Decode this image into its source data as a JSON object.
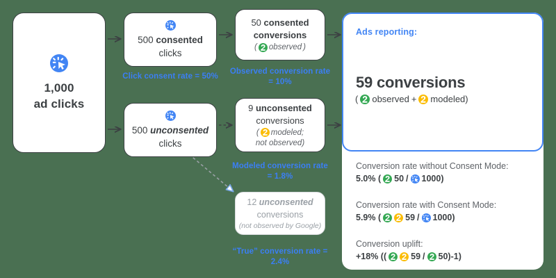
{
  "background_color": "#4a7052",
  "accent_blue": "#4285f4",
  "label_blue": "#3b7ff5",
  "green": "#34a853",
  "amber": "#fbbc04",
  "flow": {
    "total_box": {
      "icon": "ad-click-icon",
      "line1": "1,000",
      "line2": "ad clicks"
    },
    "consented_clicks_box": {
      "icon": "ad-click-icon",
      "number": "500",
      "emphasis": "consented",
      "line2": "clicks"
    },
    "unconsented_clicks_box": {
      "icon": "ad-click-icon",
      "number": "500",
      "emphasis": "unconsented",
      "line2": "clicks"
    },
    "consented_conversions_box": {
      "number": "50",
      "emphasis": "consented",
      "line2": "conversions",
      "note_open": "(",
      "note_icon": "observed-green-icon",
      "note_text": "observed",
      "note_close": ")"
    },
    "unconsented_conversions_box": {
      "number": "9",
      "emphasis": "unconsented",
      "line2": "conversions",
      "note_open": "(",
      "note_icon": "modeled-amber-icon",
      "note_text": "modeled;",
      "note_line2": "not observed)"
    },
    "true_conversions_box": {
      "number": "12",
      "emphasis": "unconsented",
      "line2": "conversions",
      "note": "(not observed by Google)"
    }
  },
  "labels": {
    "click_consent": "Click consent rate = 50%",
    "observed_conversion": "Observed conversion rate = 10%",
    "modeled_conversion": "Modeled conversion rate = 1.8%",
    "true_conversion": "“True” conversion rate = 2.4%"
  },
  "ads_reporting": {
    "title": "Ads reporting:",
    "headline": "59 conversions",
    "sub_open": "(",
    "sub_observed_icon": "observed-green-icon",
    "sub_observed": "observed",
    "sub_plus": "+",
    "sub_modeled_icon": "modeled-amber-icon",
    "sub_modeled": "modeled",
    "sub_close": ")"
  },
  "stats": [
    {
      "title": "Conversion rate without Consent Mode:",
      "value_prefix": "5.0% (",
      "parts": [
        {
          "icon": "observed-green-icon",
          "text": "50"
        },
        {
          "sep": "/"
        },
        {
          "icon": "ad-click-icon",
          "text": "1000"
        }
      ],
      "value_suffix": ")"
    },
    {
      "title": "Conversion rate with Consent Mode:",
      "value_prefix": "5.9% (",
      "parts": [
        {
          "icon": "observed-green-icon"
        },
        {
          "icon": "modeled-amber-icon",
          "text": "59"
        },
        {
          "sep": "/"
        },
        {
          "icon": "ad-click-icon",
          "text": "1000"
        }
      ],
      "value_suffix": ")"
    },
    {
      "title": "Conversion uplift:",
      "value_prefix": "+18% ((",
      "parts": [
        {
          "icon": "observed-green-icon"
        },
        {
          "icon": "modeled-amber-icon",
          "text": "59"
        },
        {
          "sep": "/"
        },
        {
          "icon": "observed-green-icon",
          "text": "50"
        }
      ],
      "value_suffix": ")-1)"
    }
  ],
  "stat_values": {
    "s1_prefix": "5.0% (",
    "s1_n1": "50",
    "s1_sep": "/",
    "s1_n2": "1000",
    "s1_suffix": ")",
    "s2_prefix": "5.9% (",
    "s2_n1": "59",
    "s2_sep": "/",
    "s2_n2": "1000",
    "s2_suffix": ")",
    "s3_prefix": "+18% ((",
    "s3_n1": "59",
    "s3_sep": "/",
    "s3_n2": "50",
    "s3_suffix": ")-1)"
  },
  "stat_titles": {
    "t1": "Conversion rate without Consent Mode:",
    "t2": "Conversion rate with Consent Mode:",
    "t3": "Conversion uplift:"
  }
}
